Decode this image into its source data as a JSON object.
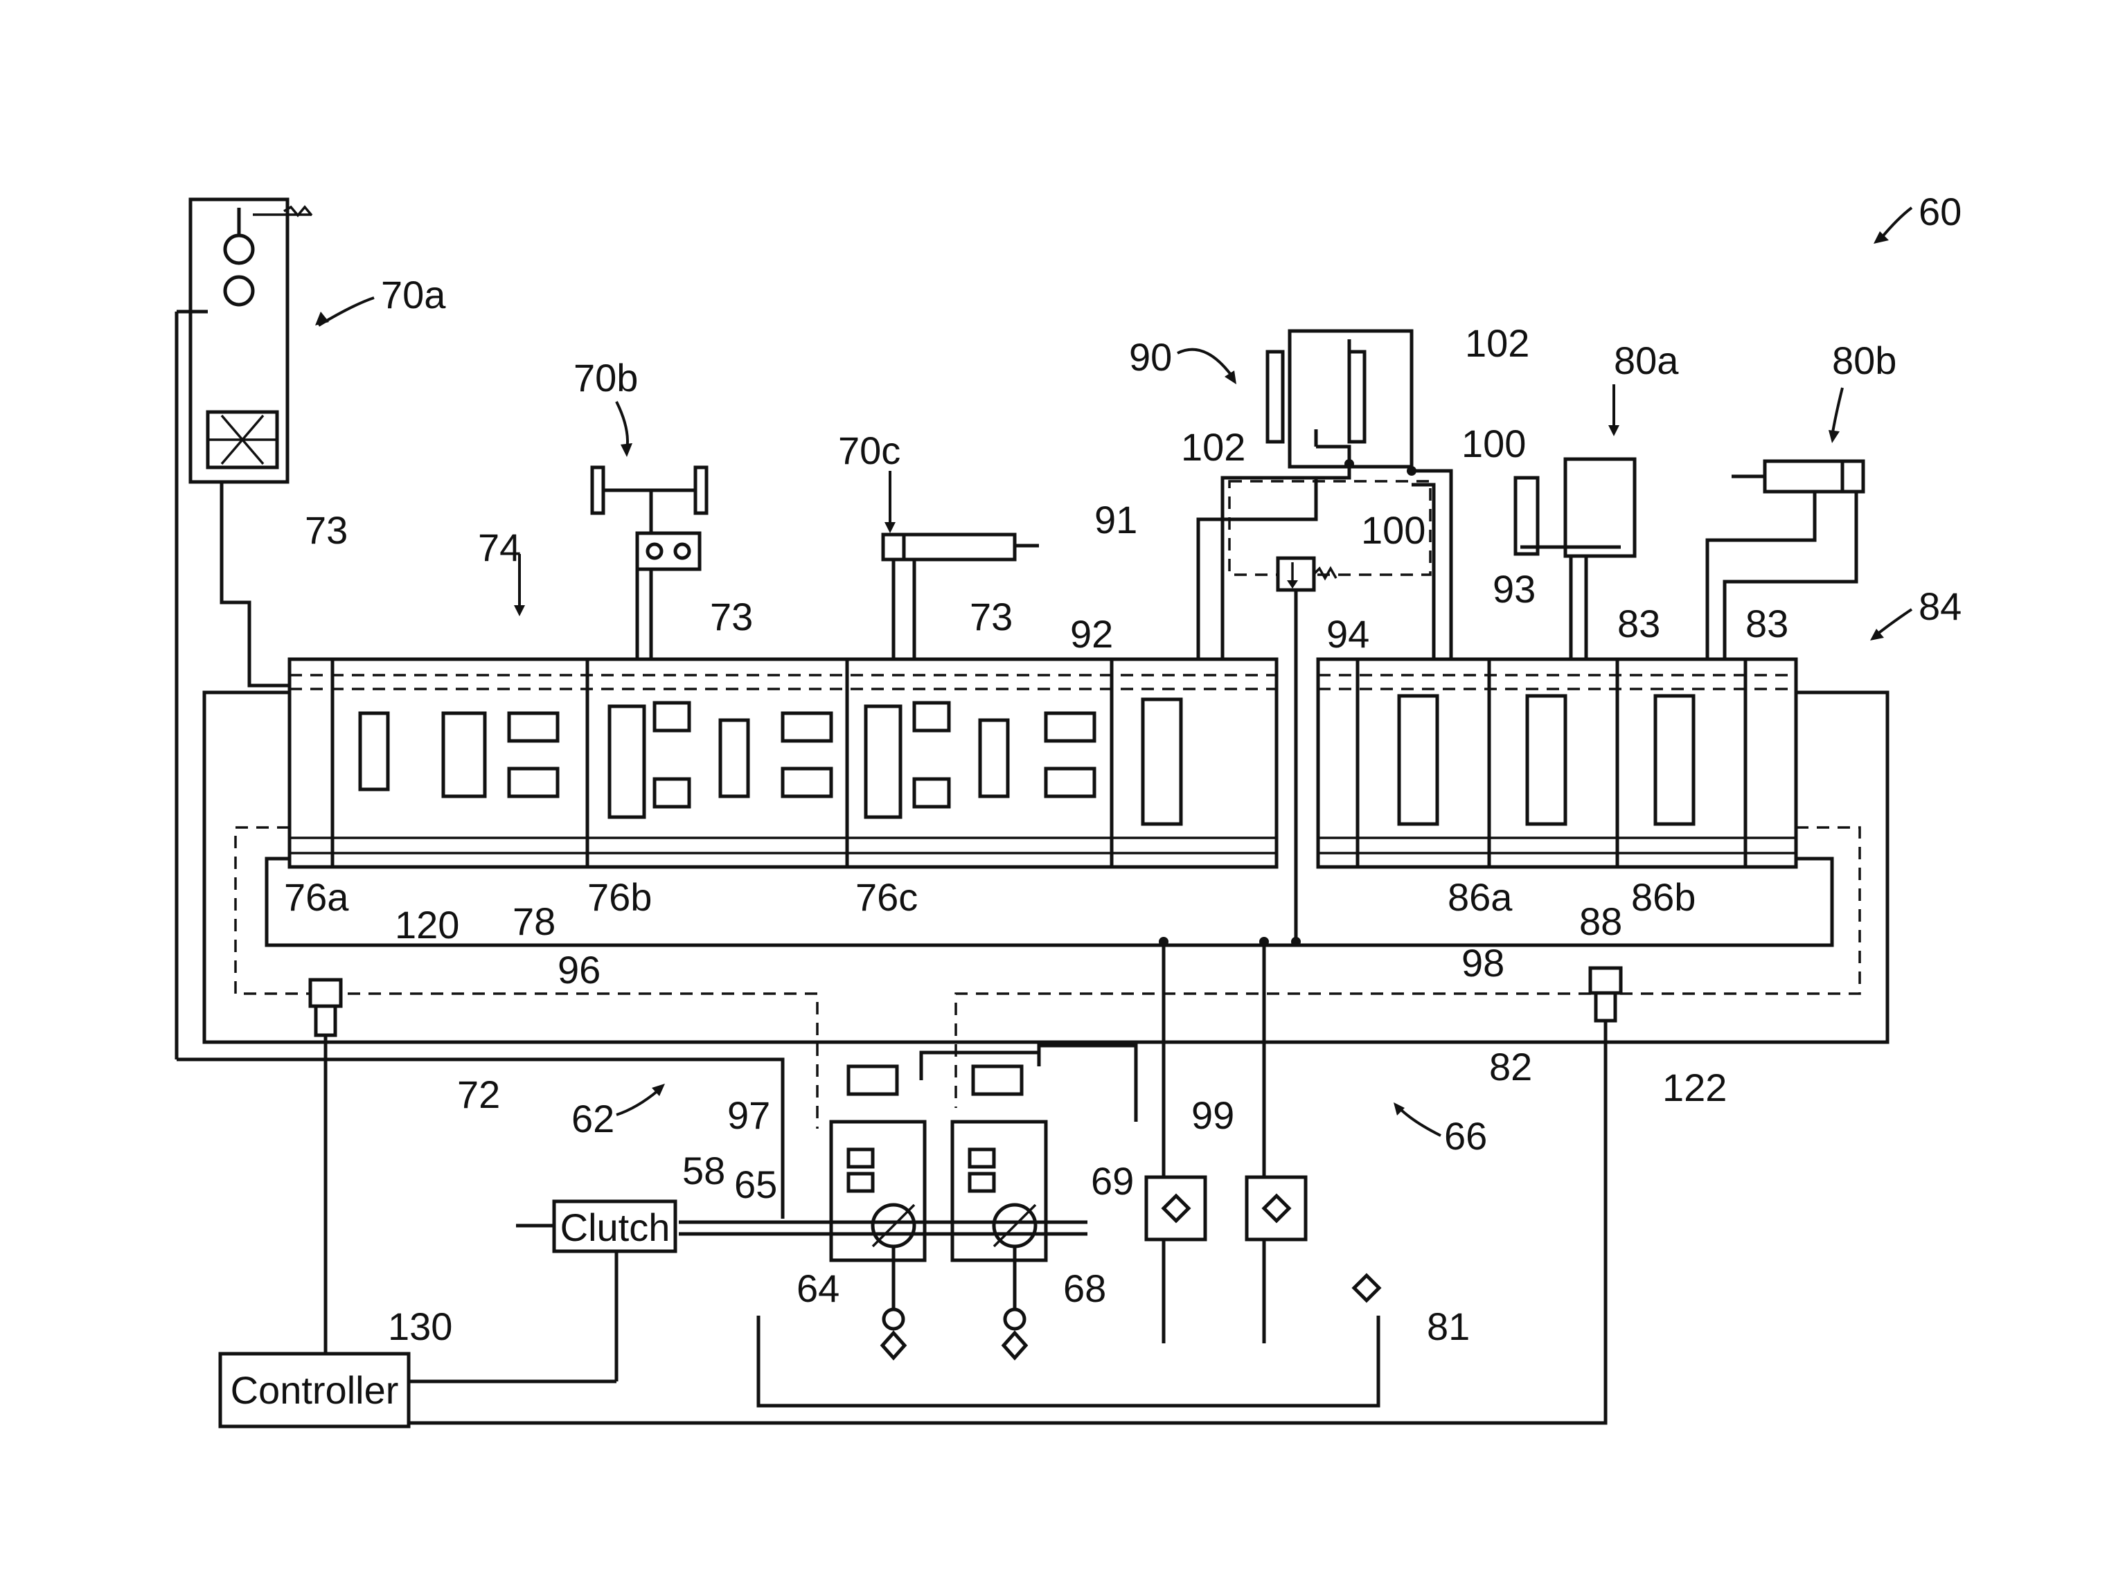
{
  "labels": {
    "system": "60",
    "pump_assembly_left": "62",
    "pump_assembly_right": "66",
    "pump_64": "64",
    "pump_65": "65",
    "pump_68": "68",
    "pump_69": "69",
    "shaft": "58",
    "actuator_70a": "70a",
    "actuator_70b": "70b",
    "actuator_70c": "70c",
    "actuator_80a": "80a",
    "actuator_80b": "80b",
    "line_73_a": "73",
    "line_73_b": "73",
    "line_73_c": "73",
    "line_83_a": "83",
    "line_83_b": "83",
    "valve_group_74": "74",
    "valve_group_84": "84",
    "valve_76a": "76a",
    "valve_76b": "76b",
    "valve_76c": "76c",
    "valve_86a": "86a",
    "valve_86b": "86b",
    "line_72": "72",
    "line_78": "78",
    "line_82": "82",
    "line_88": "88",
    "line_96": "96",
    "line_98": "98",
    "tank_81": "81",
    "item_90": "90",
    "line_91": "91",
    "line_92": "92",
    "line_93": "93",
    "line_94": "94",
    "item_97": "97",
    "item_99": "99",
    "item_100_a": "100",
    "item_100_b": "100",
    "item_102_a": "102",
    "item_102_b": "102",
    "sensor_120": "120",
    "sensor_122": "122",
    "controller_ref": "130"
  },
  "boxes": {
    "clutch": "Clutch",
    "controller": "Controller"
  }
}
